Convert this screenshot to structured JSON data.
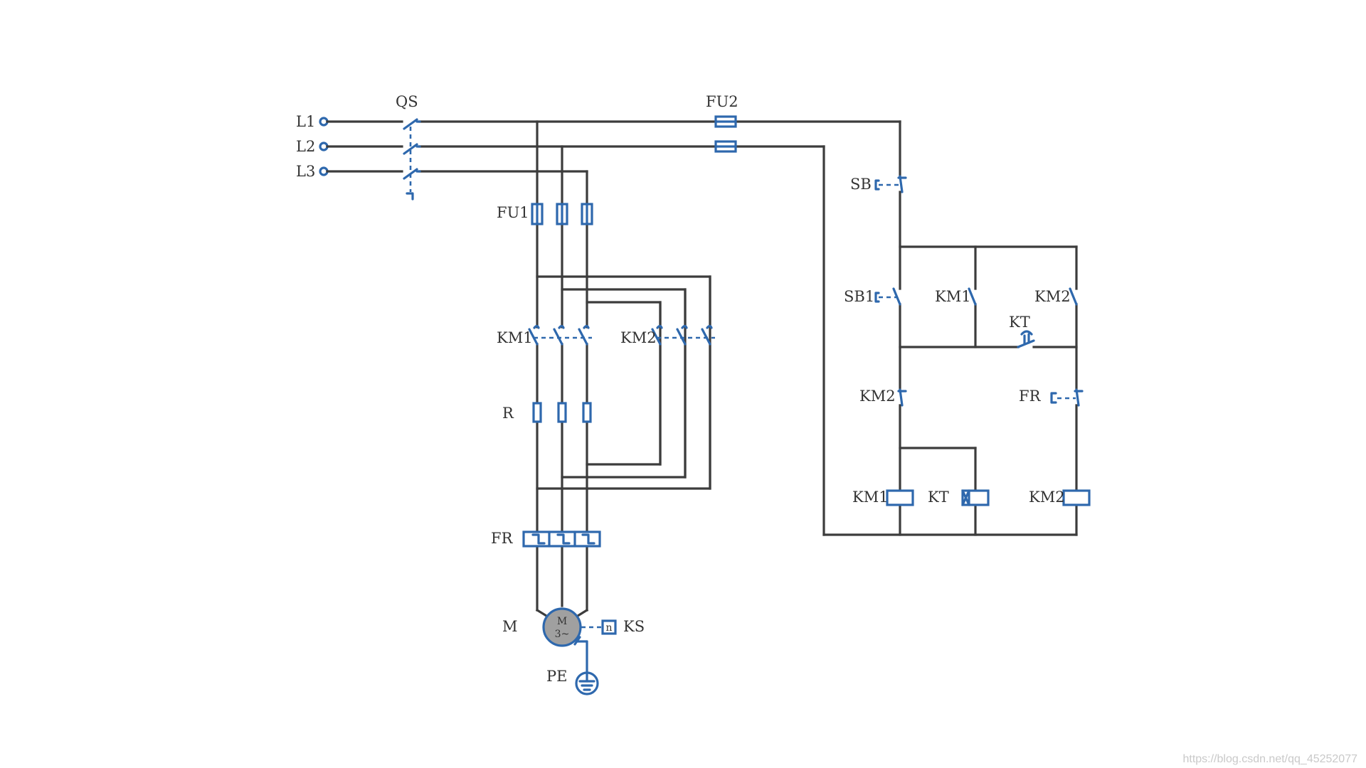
{
  "labels": {
    "l1": "L1",
    "l2": "L2",
    "l3": "L3",
    "qs": "QS",
    "fu2": "FU2",
    "fu1": "FU1",
    "km1_main": "KM1",
    "km2_main": "KM2",
    "r": "R",
    "fr_main": "FR",
    "m": "M",
    "ks": "KS",
    "pe": "PE",
    "motor_top": "M",
    "motor_bottom": "3~",
    "ks_box": "n",
    "sb": "SB",
    "sb1": "SB1",
    "km1_aux": "KM1",
    "km2_aux": "KM2",
    "kt_contact": "KT",
    "km2_nc": "KM2",
    "fr_nc": "FR",
    "km1_coil": "KM1",
    "kt_coil": "KT",
    "km2_coil": "KM2"
  },
  "watermark": "https://blog.csdn.net/qq_45252077",
  "colors": {
    "wire": "#3c3c3c",
    "component": "#2e68ad",
    "motor_fill": "#a0a0a0"
  }
}
